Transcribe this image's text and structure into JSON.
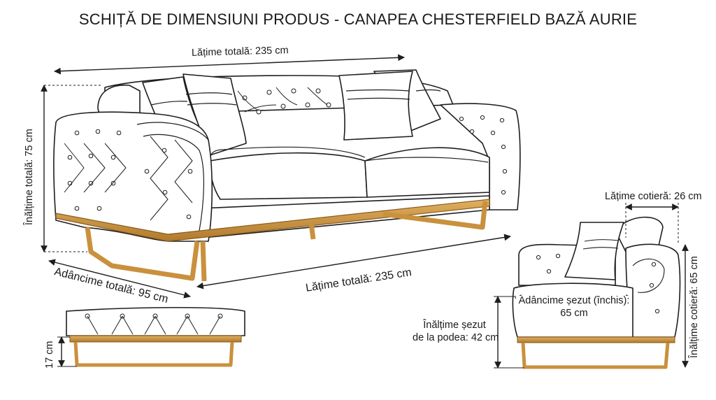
{
  "title": "SCHIȚĂ DE DIMENSIUNI PRODUS - CANAPEA CHESTERFIELD BAZĂ AURIE",
  "dimensions": {
    "top_width": "Lățime totală: 235 cm",
    "total_height": "Înălțime totală: 75 cm",
    "depth": "Adâncime totală: 95 cm",
    "front_width": "Lățime totală: 235 cm",
    "base_height": "17 cm",
    "armrest_width": "Lățime cotieră: 26 cm",
    "armrest_height": "Înălțime cotieră: 65 cm",
    "seat_depth_line1": "Adâncime șezut (închis):",
    "seat_depth_line2": "65 cm",
    "seat_height_line1": "Înălțime șezut",
    "seat_height_line2": "de la podea: 42 cm"
  },
  "colors": {
    "gold": "#c9913d",
    "gold_dark": "#8a5a1c",
    "line": "#1e1e1e",
    "fill": "#ffffff"
  }
}
